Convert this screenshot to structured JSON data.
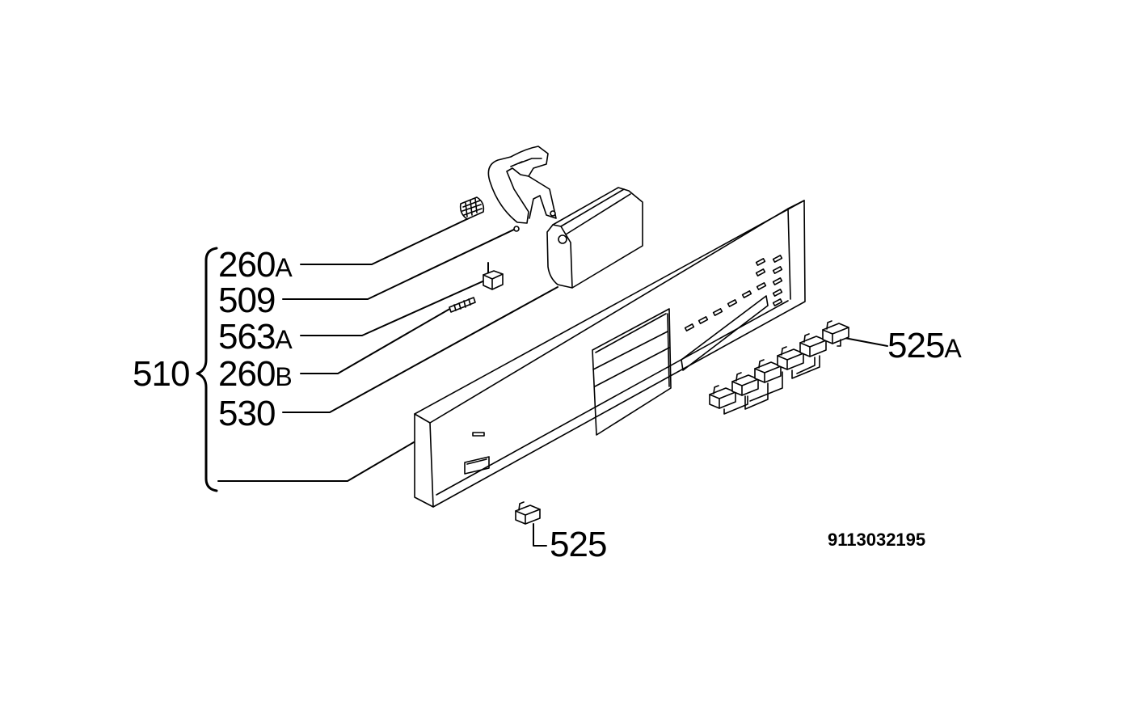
{
  "diagram": {
    "group_label": "510",
    "callouts": [
      {
        "id": "260a",
        "num": "260",
        "suffix": "A"
      },
      {
        "id": "509",
        "num": "509",
        "suffix": ""
      },
      {
        "id": "563a",
        "num": "563",
        "suffix": "A"
      },
      {
        "id": "260b",
        "num": "260",
        "suffix": "B"
      },
      {
        "id": "530",
        "num": "530",
        "suffix": ""
      },
      {
        "id": "525a",
        "num": "525",
        "suffix": "A"
      },
      {
        "id": "525",
        "num": "525",
        "suffix": ""
      }
    ],
    "drawing_code": "9113032195"
  }
}
